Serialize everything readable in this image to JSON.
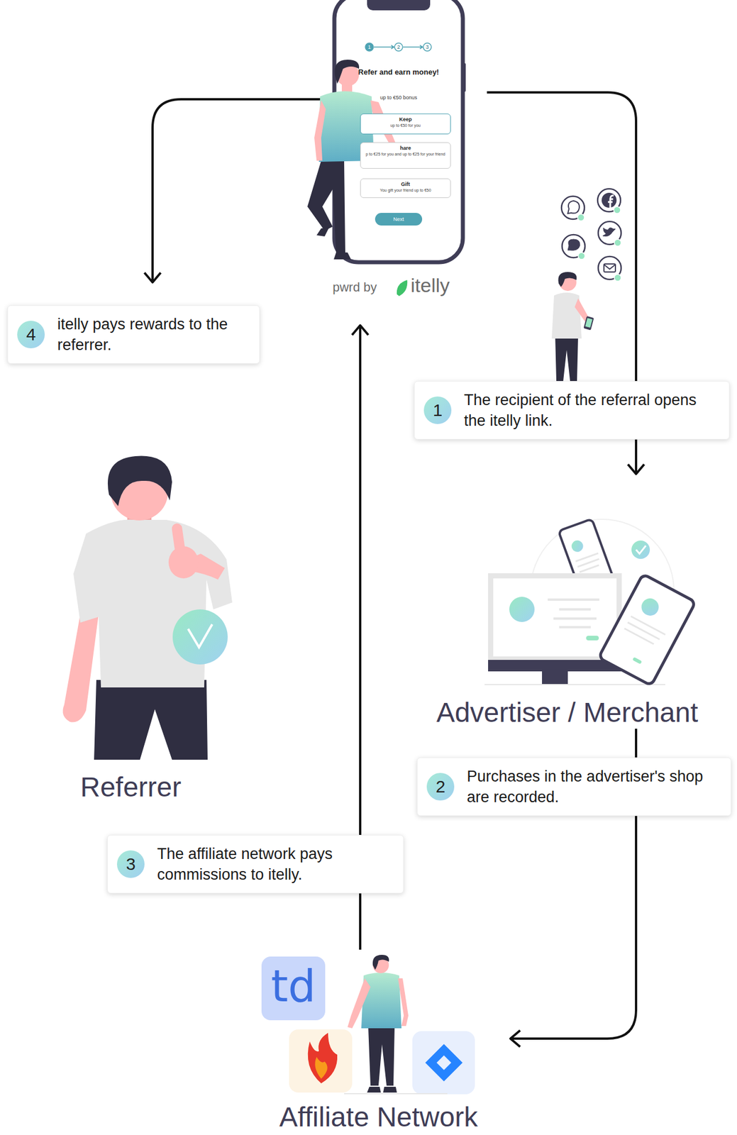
{
  "diagram": {
    "nodes": [
      {
        "text": [
          "Refer and earn money!",
          "up to €50 bonus"
        ]
      },
      {
        "text": [
          "Keep",
          "up to €50 for you"
        ],
        "in": 0
      },
      {
        "text": [
          "hare",
          "p to €25 for you and up to €25 for your friend"
        ],
        "in": 0
      },
      {
        "text": [
          "Gift",
          "You gift your friend up to €50"
        ],
        "in": 0
      },
      {
        "text": [
          "Next"
        ],
        "in": 0
      },
      {
        "text": [
          "4",
          "itelly pays rewards to the referrer."
        ]
      },
      {
        "text": [
          "1",
          "The recipient of the referral opens the itelly link."
        ]
      },
      {
        "text": [
          "Advertiser / Merchant"
        ]
      },
      {
        "text": [
          "2",
          "Purchases in the advertiser's shop are recorded."
        ]
      },
      {
        "text": [
          "Referrer"
        ]
      },
      {
        "text": [
          "3",
          "The affiliate network pays commissions to itelly."
        ]
      },
      {
        "text": [
          "Affiliate Network"
        ]
      }
    ],
    "edges": [
      {
        "from": 0,
        "to": 5,
        "arrow": "to"
      },
      {
        "from": 0,
        "to": 7,
        "arrow": "to"
      },
      {
        "from": 7,
        "to": 11,
        "arrow": "to"
      },
      {
        "from": 11,
        "to": 0,
        "arrow": "to"
      }
    ],
    "labels": [
      "1",
      "2",
      "3",
      "pwrd by",
      "itelly",
      "td"
    ]
  }
}
